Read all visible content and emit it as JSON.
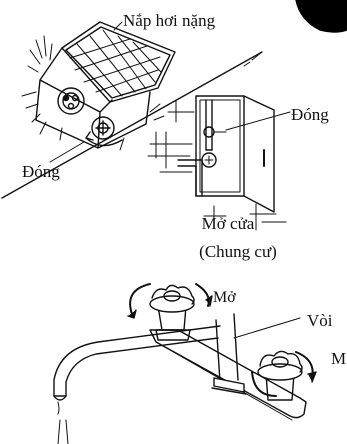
{
  "labels": {
    "heavy_lid": "Nắp hơi nặng",
    "close_left": "Đóng",
    "close_right": "Đóng",
    "open_door": "Mở cửa",
    "apartment": "(Chung cư)",
    "open_top": "Mở",
    "tap": "Vòi",
    "open_right": "M"
  },
  "colors": {
    "line": "#111111",
    "badge": "#000000",
    "background": "#ffffff"
  }
}
